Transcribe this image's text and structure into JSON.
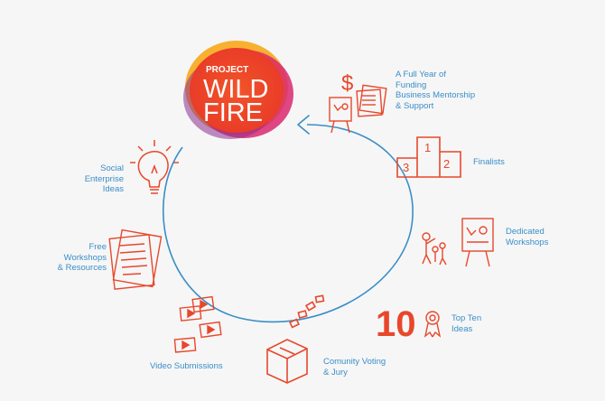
{
  "logo": {
    "line1": "PROJECT",
    "line2": "WILD",
    "line3": "FIRE"
  },
  "steps": {
    "funding": "A Full Year of\nFunding\nBusiness Mentorship\n& Support",
    "finalists": "Finalists",
    "workshops": "Dedicated\nWorkshops",
    "top_ten": "Top Ten\nIdeas",
    "voting": "Comunity Voting\n& Jury",
    "video": "Video Submissions",
    "resources": "Free\nWorkshops\n& Resources",
    "ideas": "Social\nEnterprise\nIdeas"
  },
  "icons": {
    "dollar": "$",
    "podium_1": "1",
    "podium_2": "2",
    "podium_3": "3",
    "ten": "10"
  },
  "colors": {
    "cycle": "#3a8ec8",
    "sketch": "#e8472b",
    "text": "#3a8ec8",
    "background": "#f6f6f6"
  }
}
